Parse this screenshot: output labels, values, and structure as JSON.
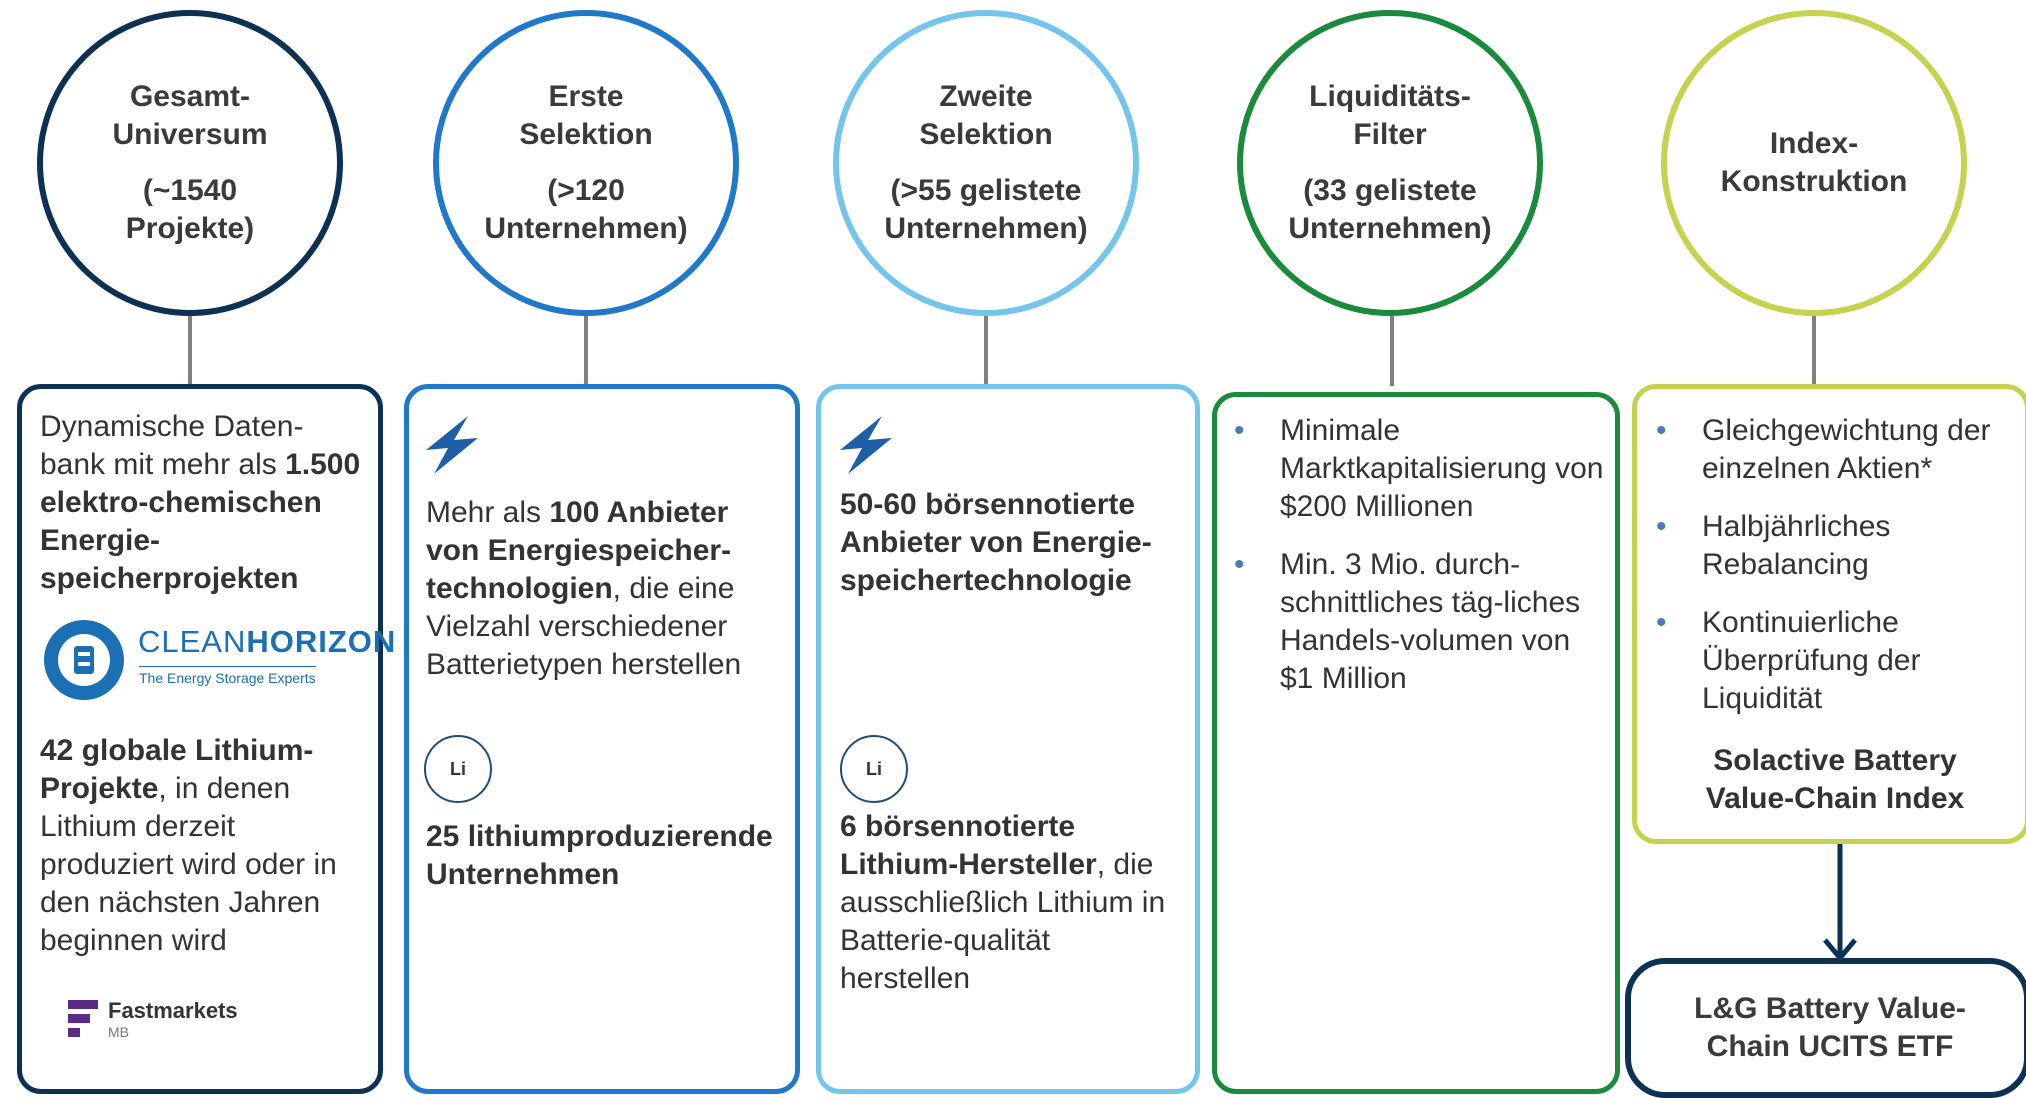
{
  "colors": {
    "stage1": "#0d3152",
    "stage2": "#1f78c8",
    "stage3": "#74c5ec",
    "stage4": "#1a8a3c",
    "stage5": "#c4d34e",
    "etf": "#0d3152",
    "arrow": "#0d3152",
    "connector": "#808080",
    "cleanhorizon_blue": "#1b6fb5",
    "fastmarkets_purple": "#5b2a86"
  },
  "stages": [
    {
      "name_line1": "Gesamt-",
      "name_line2": "Universum",
      "count_line1": "(~1540",
      "count_line2": "Projekte)"
    },
    {
      "name_line1": "Erste",
      "name_line2": "Selektion",
      "count_line1": "(>120",
      "count_line2": "Unternehmen)"
    },
    {
      "name_line1": "Zweite",
      "name_line2": "Selektion",
      "count_line1": "(>55 gelistete",
      "count_line2": "Unternehmen)"
    },
    {
      "name_line1": "Liquiditäts-",
      "name_line2": "Filter",
      "count_line1": "(33 gelistete",
      "count_line2": "Unternehmen)"
    },
    {
      "name_line1": "Index-",
      "name_line2": "Konstruktion"
    }
  ],
  "box1": {
    "intro": "Dynamische Daten-bank mit mehr als",
    "intro_bold": "1.500 elektro-chemischen Energie-speicherprojekten",
    "logo1_brand_a": "CLEAN",
    "logo1_brand_b": "HORIZON",
    "logo1_tagline": "The Energy Storage Experts",
    "lithium_bold": "42 globale Lithium-Projekte",
    "lithium_rest": ", in denen Lithium derzeit produziert wird oder in den nächsten Jahren beginnen wird",
    "logo2_brand": "Fastmarkets",
    "logo2_sub": "MB"
  },
  "box2": {
    "icon": "lightning-bolt-icon",
    "text_a": "Mehr als ",
    "text_bold": "100 Anbieter von Energiespeicher-technologien",
    "text_rest": ", die eine Vielzahl verschiedener Batterietypen herstellen",
    "li_label": "Li",
    "li_bold": "25 lithiumproduzierende Unternehmen"
  },
  "box3": {
    "icon": "lightning-bolt-icon",
    "text_bold": "50-60 börsennotierte Anbieter von Energie-speichertechnologie",
    "li_label": "Li",
    "li_bold": "6 börsennotierte Lithium-Hersteller",
    "li_rest": ", die ausschließlich Lithium in Batterie-qualität herstellen"
  },
  "box4": {
    "bullets": [
      "Minimale Marktkapitalisierung von $200 Millionen",
      "Min. 3 Mio. durch-schnittliches täg-liches Handels-volumen von $1 Million"
    ]
  },
  "box5": {
    "bullets": [
      "Gleichgewichtung der einzelnen Aktien*",
      "Halbjährliches Rebalancing",
      "Kontinuierliche Überprüfung der Liquidität"
    ],
    "index_name": "Solactive Battery Value-Chain Index"
  },
  "etf": {
    "name": "L&G Battery Value-Chain UCITS ETF"
  }
}
